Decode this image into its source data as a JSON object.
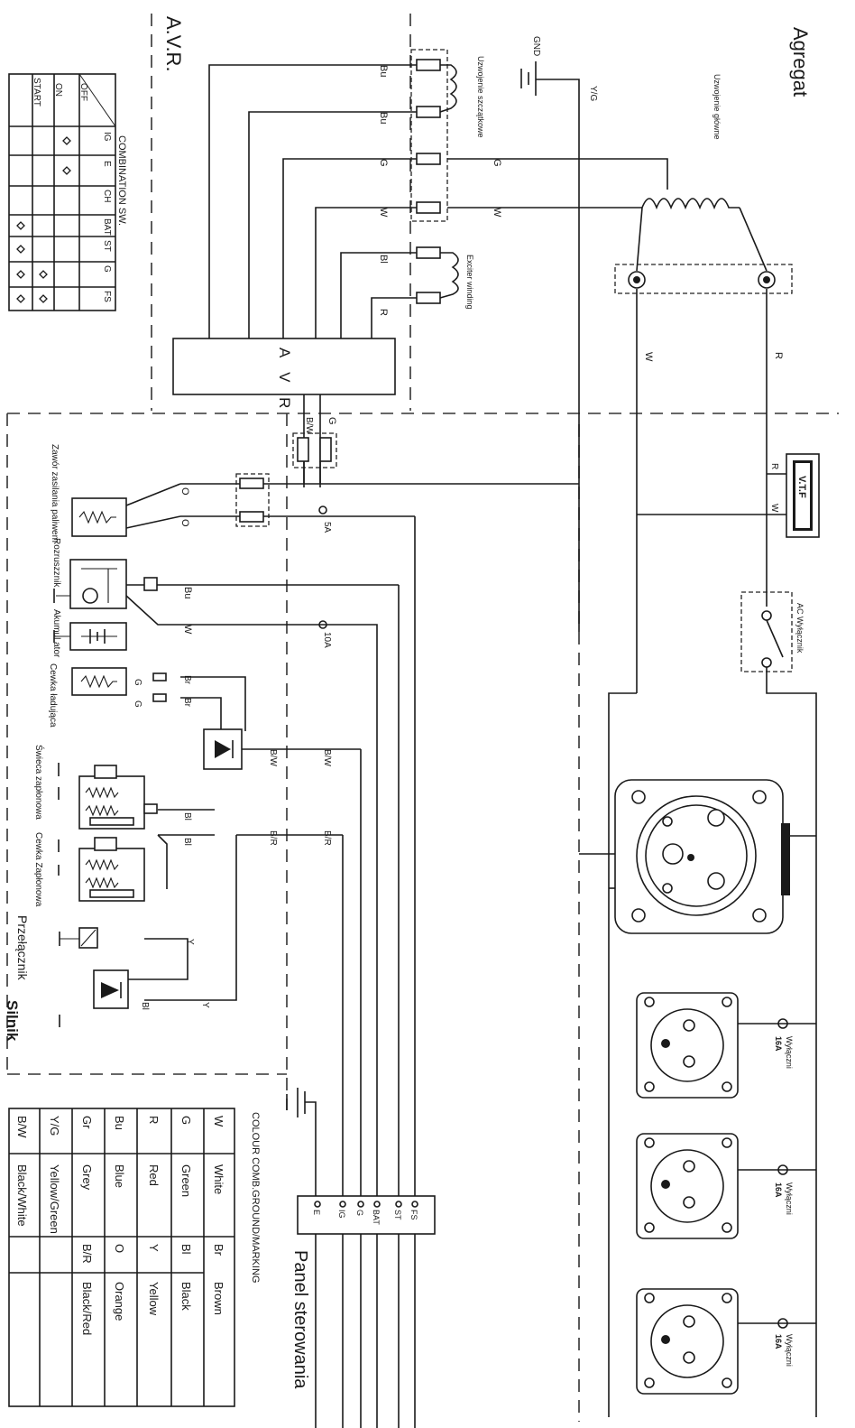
{
  "title": "Agregat",
  "avr_section_title": "A.V.R.",
  "avr_box_label": "A V R",
  "control_panel_title": "Panel sterowania",
  "engine_title": "Silnik",
  "components": {
    "main_winding": "Uzwojenie główne",
    "aux_winding": "Uzwojenie szczątkowe",
    "exciter": "Exciter winding",
    "gnd": "GND",
    "vtf": "V.T.F",
    "ac_switch": "AC Wyłącznik",
    "fuel_valve": "Zawór zasilania paliwem",
    "starter": "Rozruszznik",
    "battery": "Akumul ator",
    "charge_coil": "Cewka ładująca",
    "spark_plug": "Świeca zapłonowa",
    "ignition_coil": "Cewka Zapłonowa",
    "switch": "Przełącznik",
    "breaker": "Wyłączni",
    "breaker_rating": "16A"
  },
  "wire_labels": {
    "bu": "Bu",
    "g": "G",
    "w": "W",
    "bl": "Bl",
    "r": "R",
    "yg": "Y/G",
    "o": "O",
    "br": "Br",
    "bw": "B/W",
    "br2": "B/R",
    "y": "Y",
    "fuse5": "5A",
    "fuse10": "10A"
  },
  "terminal_block": {
    "labels": [
      "FS",
      "ST",
      "BAT",
      "G",
      "IG",
      "E"
    ]
  },
  "combination_switch": {
    "title": "COMBINATION SW.",
    "columns": [
      "IG",
      "E",
      "CH",
      "BAT",
      "ST",
      "G",
      "FS"
    ],
    "rows": [
      {
        "label": "OFF",
        "marks": [
          true,
          true,
          false,
          false,
          false,
          false,
          false
        ]
      },
      {
        "label": "ON",
        "marks": [
          false,
          false,
          false,
          false,
          false,
          true,
          true
        ]
      },
      {
        "label": "START",
        "marks": [
          false,
          false,
          false,
          true,
          true,
          true,
          true
        ]
      }
    ]
  },
  "colour_table": {
    "title": "COLOUR COMB.GROUND/MARKING",
    "rows": [
      {
        "code": "W",
        "name": "White",
        "code2": "Br",
        "name2": "Brown"
      },
      {
        "code": "G",
        "name": "Green",
        "code2": "Bl",
        "name2": "Black"
      },
      {
        "code": "R",
        "name": "Red",
        "code2": "Y",
        "name2": "Yellow"
      },
      {
        "code": "Bu",
        "name": "Blue",
        "code2": "O",
        "name2": "Orange"
      },
      {
        "code": "Gr",
        "name": "Grey",
        "code2": "B/R",
        "name2": "Black/Red"
      },
      {
        "code": "Y/G",
        "name": "Yellow/Green",
        "code2": "",
        "name2": ""
      },
      {
        "code": "B/W",
        "name": "Black/White",
        "code2": "",
        "name2": ""
      }
    ]
  }
}
